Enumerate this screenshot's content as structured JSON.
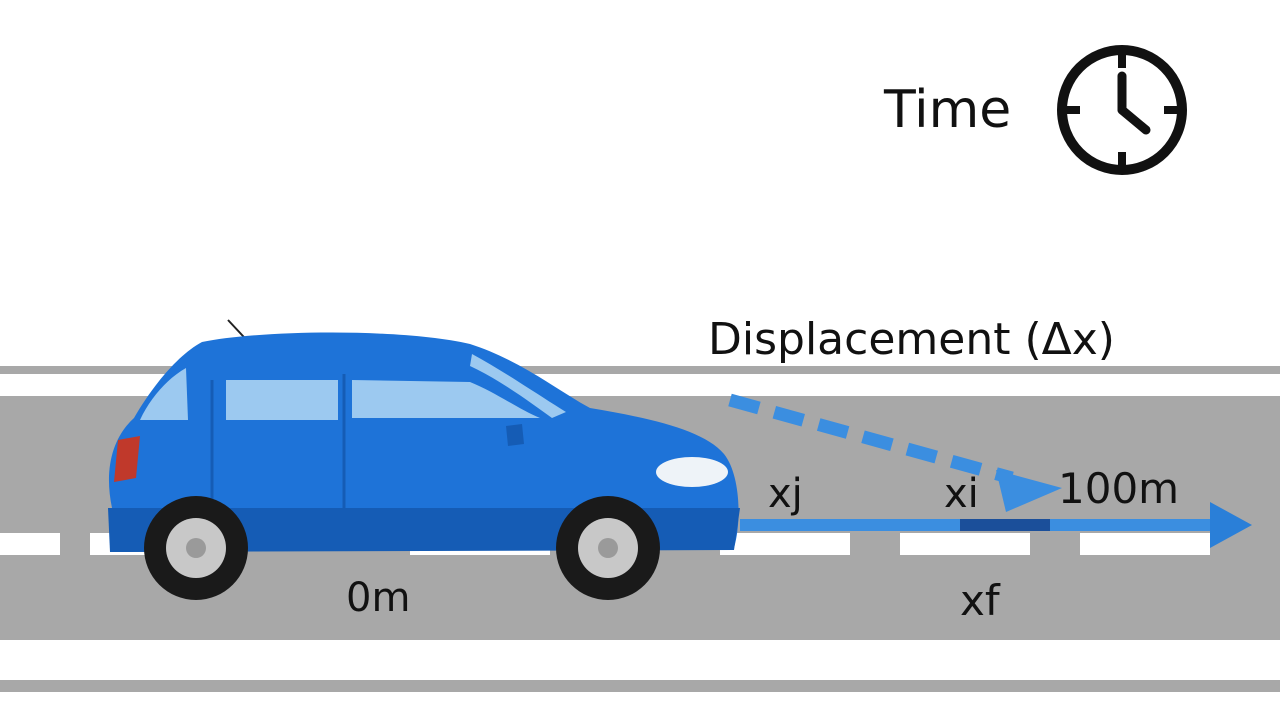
{
  "labels": {
    "time": "Time",
    "displacement": "Displacement (Δx)",
    "x_initial": "xj",
    "x_mid": "xi",
    "end_distance": "100m",
    "start_distance": "0m",
    "x_final": "xf"
  },
  "colors": {
    "car_body": "#1e73d8",
    "car_dark": "#155cb5",
    "window": "#9cc9f0",
    "road": "#a8a8a8",
    "arrow": "#3b8ee0",
    "lane_marking": "#ffffff",
    "clock": "#111111"
  },
  "icons": {
    "clock": "clock-icon",
    "car": "car-icon",
    "displacement_arrow": "arrow-right-icon"
  }
}
